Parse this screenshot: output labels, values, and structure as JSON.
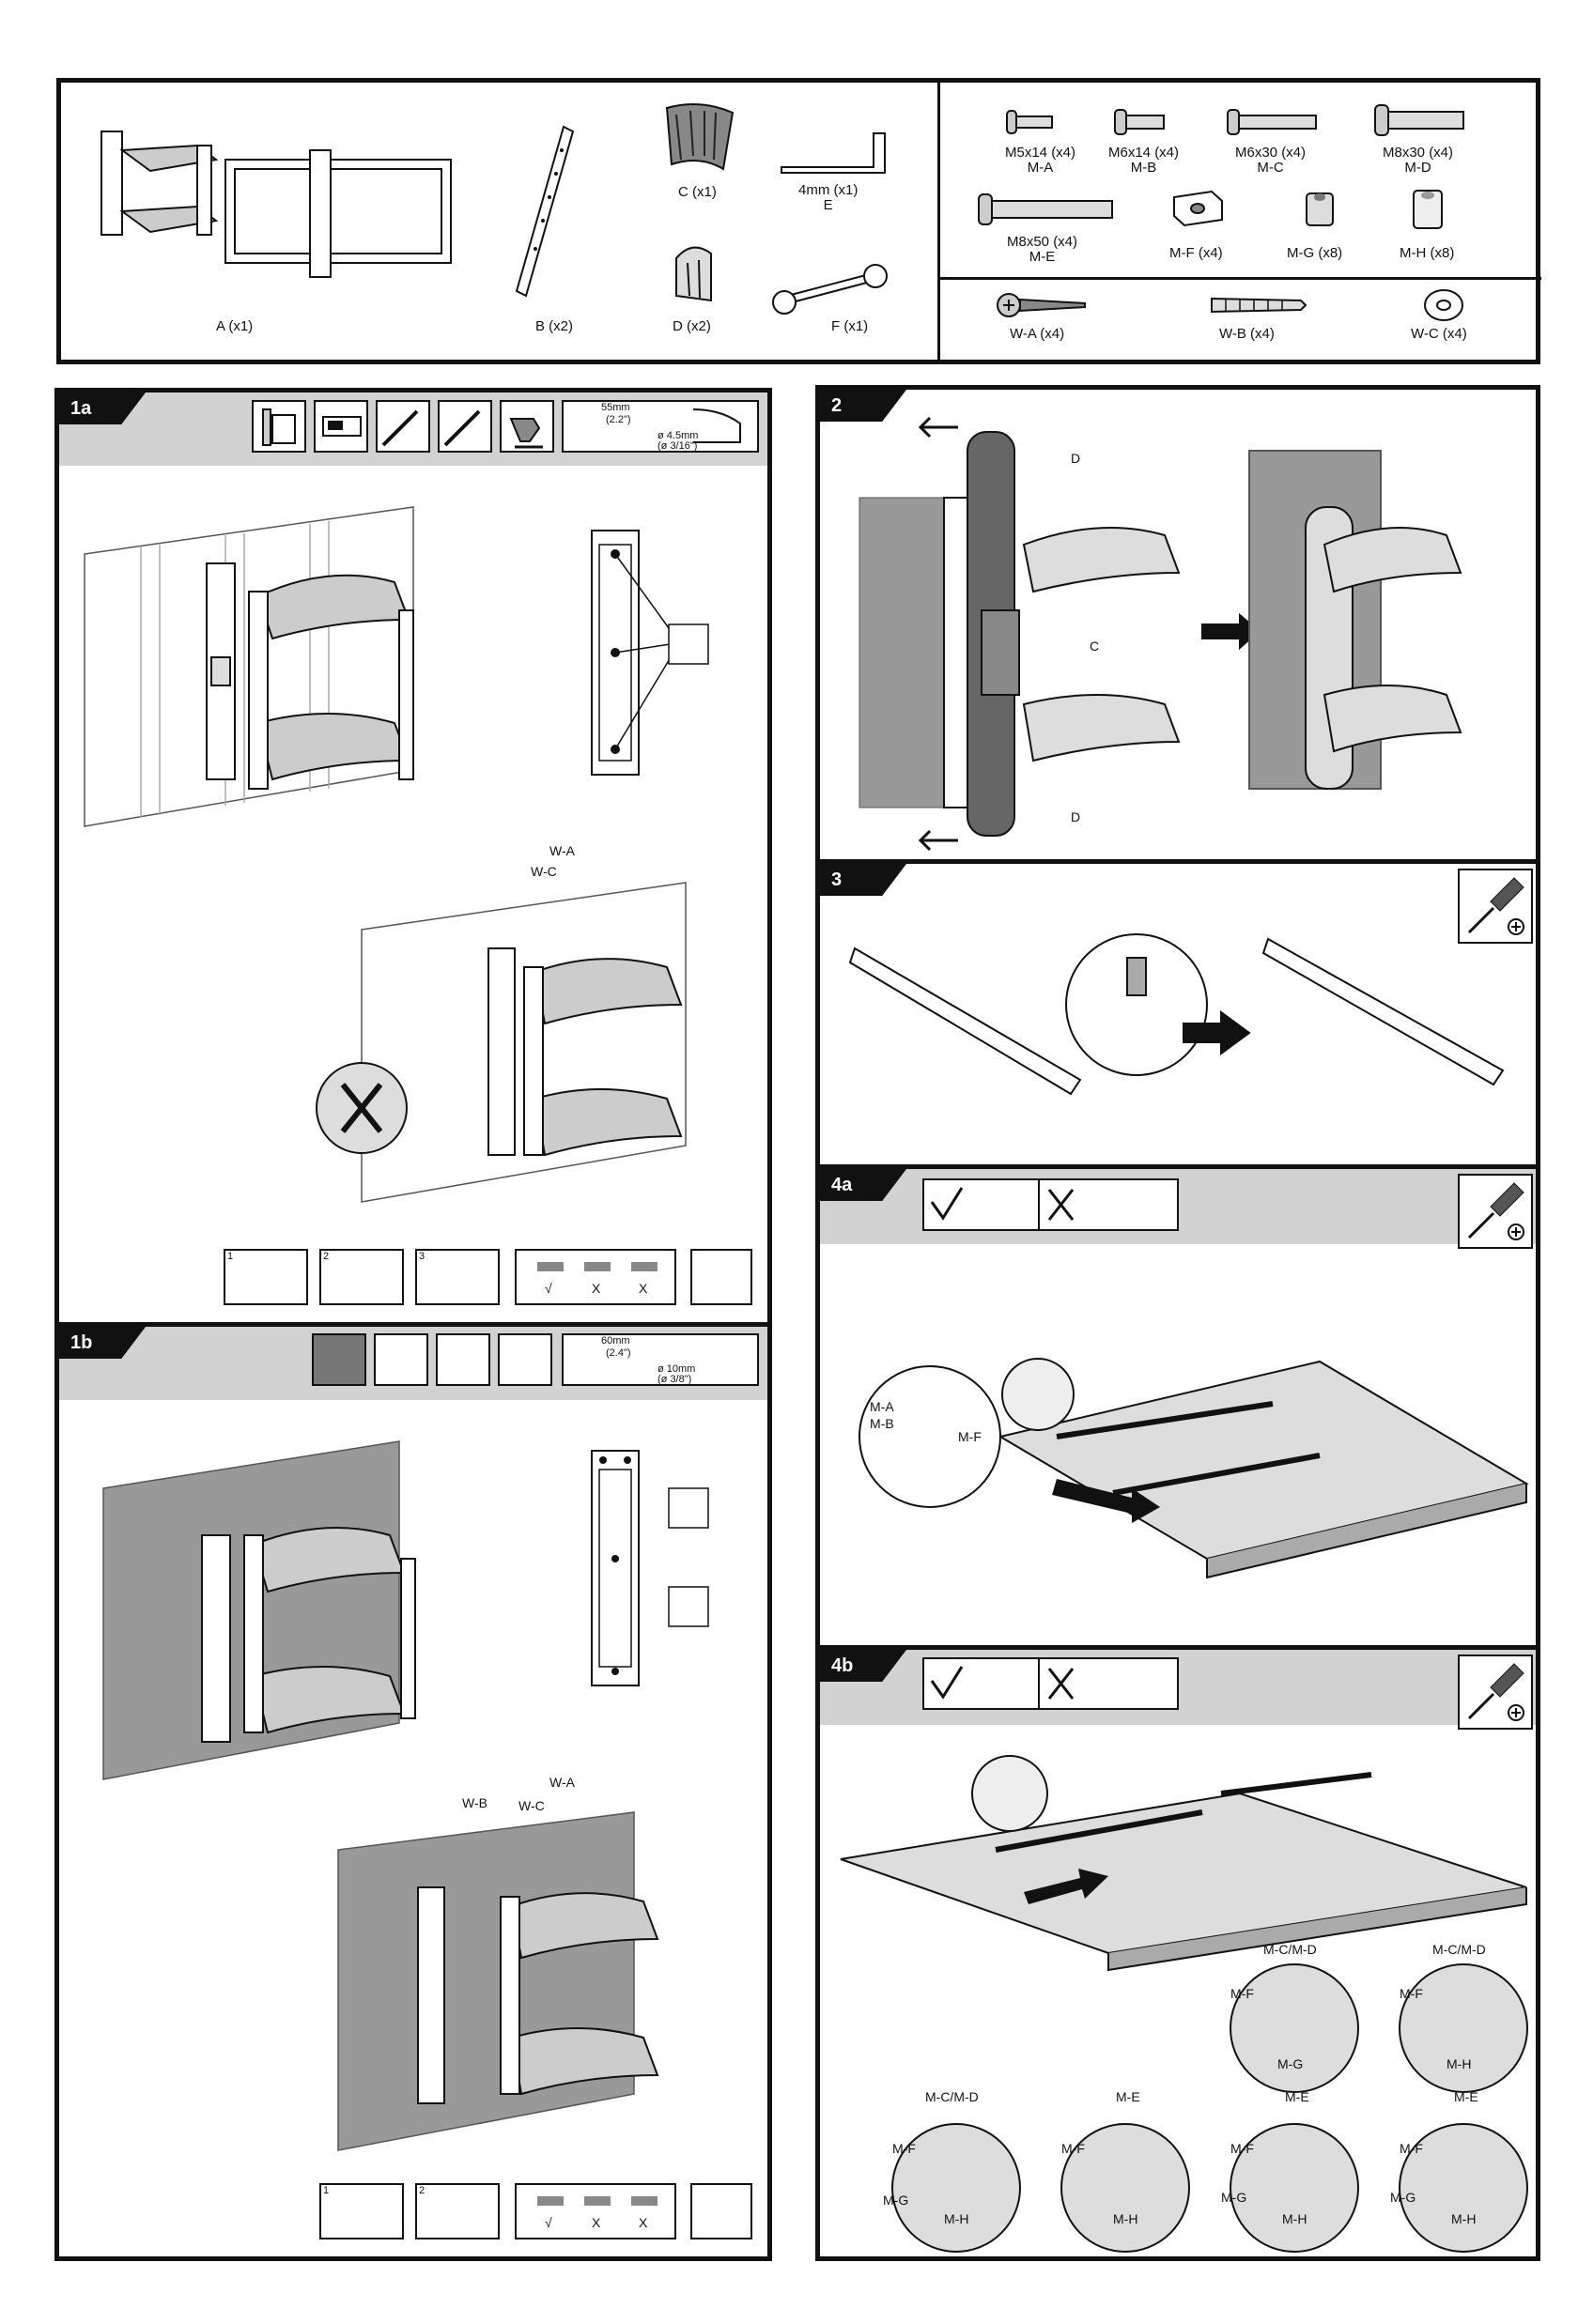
{
  "parts": {
    "A": "A (x1)",
    "B": "B (x2)",
    "C": "C (x1)",
    "D": "D (x2)",
    "E1": "4mm (x1)",
    "E2": "E",
    "F": "F (x1)"
  },
  "screws": {
    "MA": [
      "M5x14 (x4)",
      "M-A"
    ],
    "MB": [
      "M6x14 (x4)",
      "M-B"
    ],
    "MC": [
      "M6x30 (x4)",
      "M-C"
    ],
    "MD": [
      "M8x30 (x4)",
      "M-D"
    ],
    "ME": [
      "M8x50 (x4)",
      "M-E"
    ],
    "MF": "M-F (x4)",
    "MG": "M-G (x8)",
    "MH": "M-H (x8)"
  },
  "wall_hw": {
    "WA": "W-A (x4)",
    "WB": "W-B (x4)",
    "WC": "W-C (x4)"
  },
  "steps": {
    "s1a": "1a",
    "s1b": "1b",
    "s2": "2",
    "s3": "3",
    "s4a": "4a",
    "s4b": "4b"
  },
  "drill1a": {
    "depth": "55mm",
    "depth_in": "(2.2\")",
    "dia": "ø 4.5mm",
    "dia_in": "(ø 3/16\")"
  },
  "drill1b": {
    "depth": "60mm",
    "depth_in": "(2.4\")",
    "dia": "ø 10mm",
    "dia_in": "(ø 3/8\")"
  },
  "s1a_labels": {
    "wa": "W-A",
    "wc": "W-C"
  },
  "s1b_labels": {
    "wb": "W-B",
    "wc": "W-C",
    "wa": "W-A"
  },
  "sub": {
    "n1": "1",
    "n2": "2",
    "n3": "3",
    "ok": "√",
    "no1": "X",
    "no2": "X"
  },
  "s2_labels": {
    "d_top": "D",
    "c": "C",
    "d_bot": "D"
  },
  "s4a_labels": {
    "ma": "M-A",
    "mb": "M-B",
    "mf": "M-F"
  },
  "s4b_labels": {
    "mcmd": "M-C/M-D",
    "me": "M-E",
    "mf": "M-F",
    "mg": "M-G",
    "mh": "M-H"
  }
}
